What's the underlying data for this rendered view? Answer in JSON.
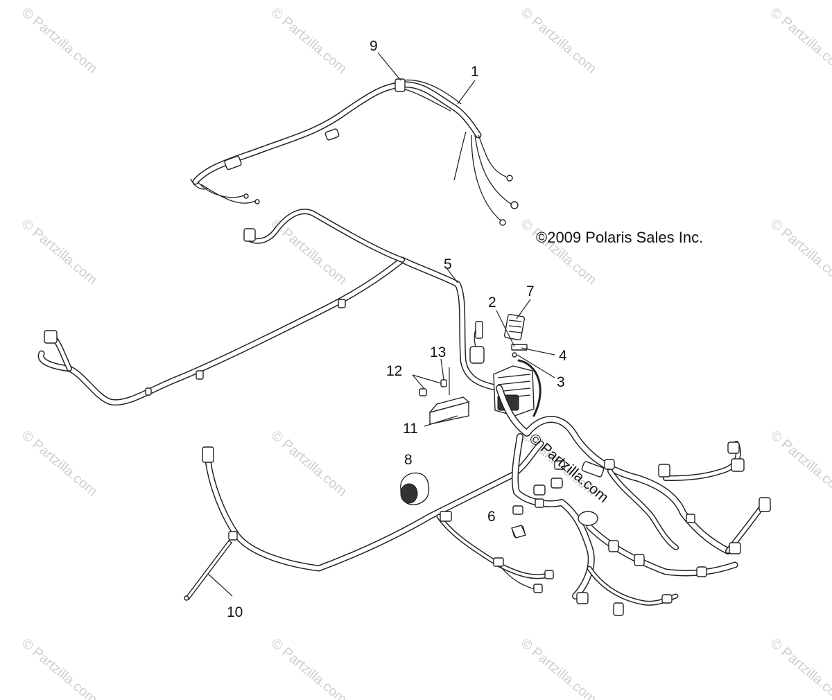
{
  "copyright": "©2009 Polaris Sales Inc.",
  "watermark_text": "© Partzilla.com",
  "center_watermark": "© Partzilla.com",
  "callouts": [
    "1",
    "2",
    "3",
    "4",
    "5",
    "6",
    "7",
    "8",
    "9",
    "10",
    "11",
    "12",
    "13"
  ]
}
